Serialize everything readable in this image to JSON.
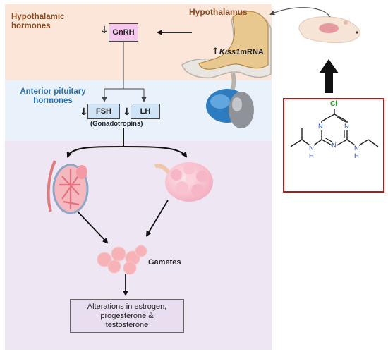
{
  "sections": {
    "hypothalamic": [
      "Hypothalamic",
      "hormones"
    ],
    "anterior_pituitary": [
      "Anterior pituitary",
      "hormones"
    ]
  },
  "hypothalamus_label": "Hypothalamus",
  "gnrh": {
    "label": "GnRH",
    "change": "↓"
  },
  "kiss1": {
    "change": "↑",
    "gene": "Kiss1",
    "suffix": "mRNA"
  },
  "fsh": {
    "label": "FSH",
    "change": "↓"
  },
  "lh": {
    "label": "LH",
    "change": "↓"
  },
  "gonadotropins_label": "(Gonadotropins)",
  "gametes_label": "Gametes",
  "outcome": [
    "Alterations in estrogen,",
    "progesterone &",
    "testosterone"
  ],
  "compound": {
    "atoms": {
      "chlorine": "Cl",
      "nitrogen": "N",
      "amine_h": "H"
    },
    "colors": {
      "ring_n": "#2850c8",
      "chlorine": "#1aa01a",
      "frame": "#b01818"
    }
  },
  "colors": {
    "hypothalamic_band": "#fbe6d9",
    "pituitary_band": "#e9f2fb",
    "gonad_band": "#efe6f4",
    "hypothalamic_title": "#8c4a20",
    "pituitary_title": "#2a6fb0",
    "gnrh_box": "#f7c8ee",
    "gonadotropin_box": "#cfe4f6",
    "outcome_box": "#e8def0"
  }
}
